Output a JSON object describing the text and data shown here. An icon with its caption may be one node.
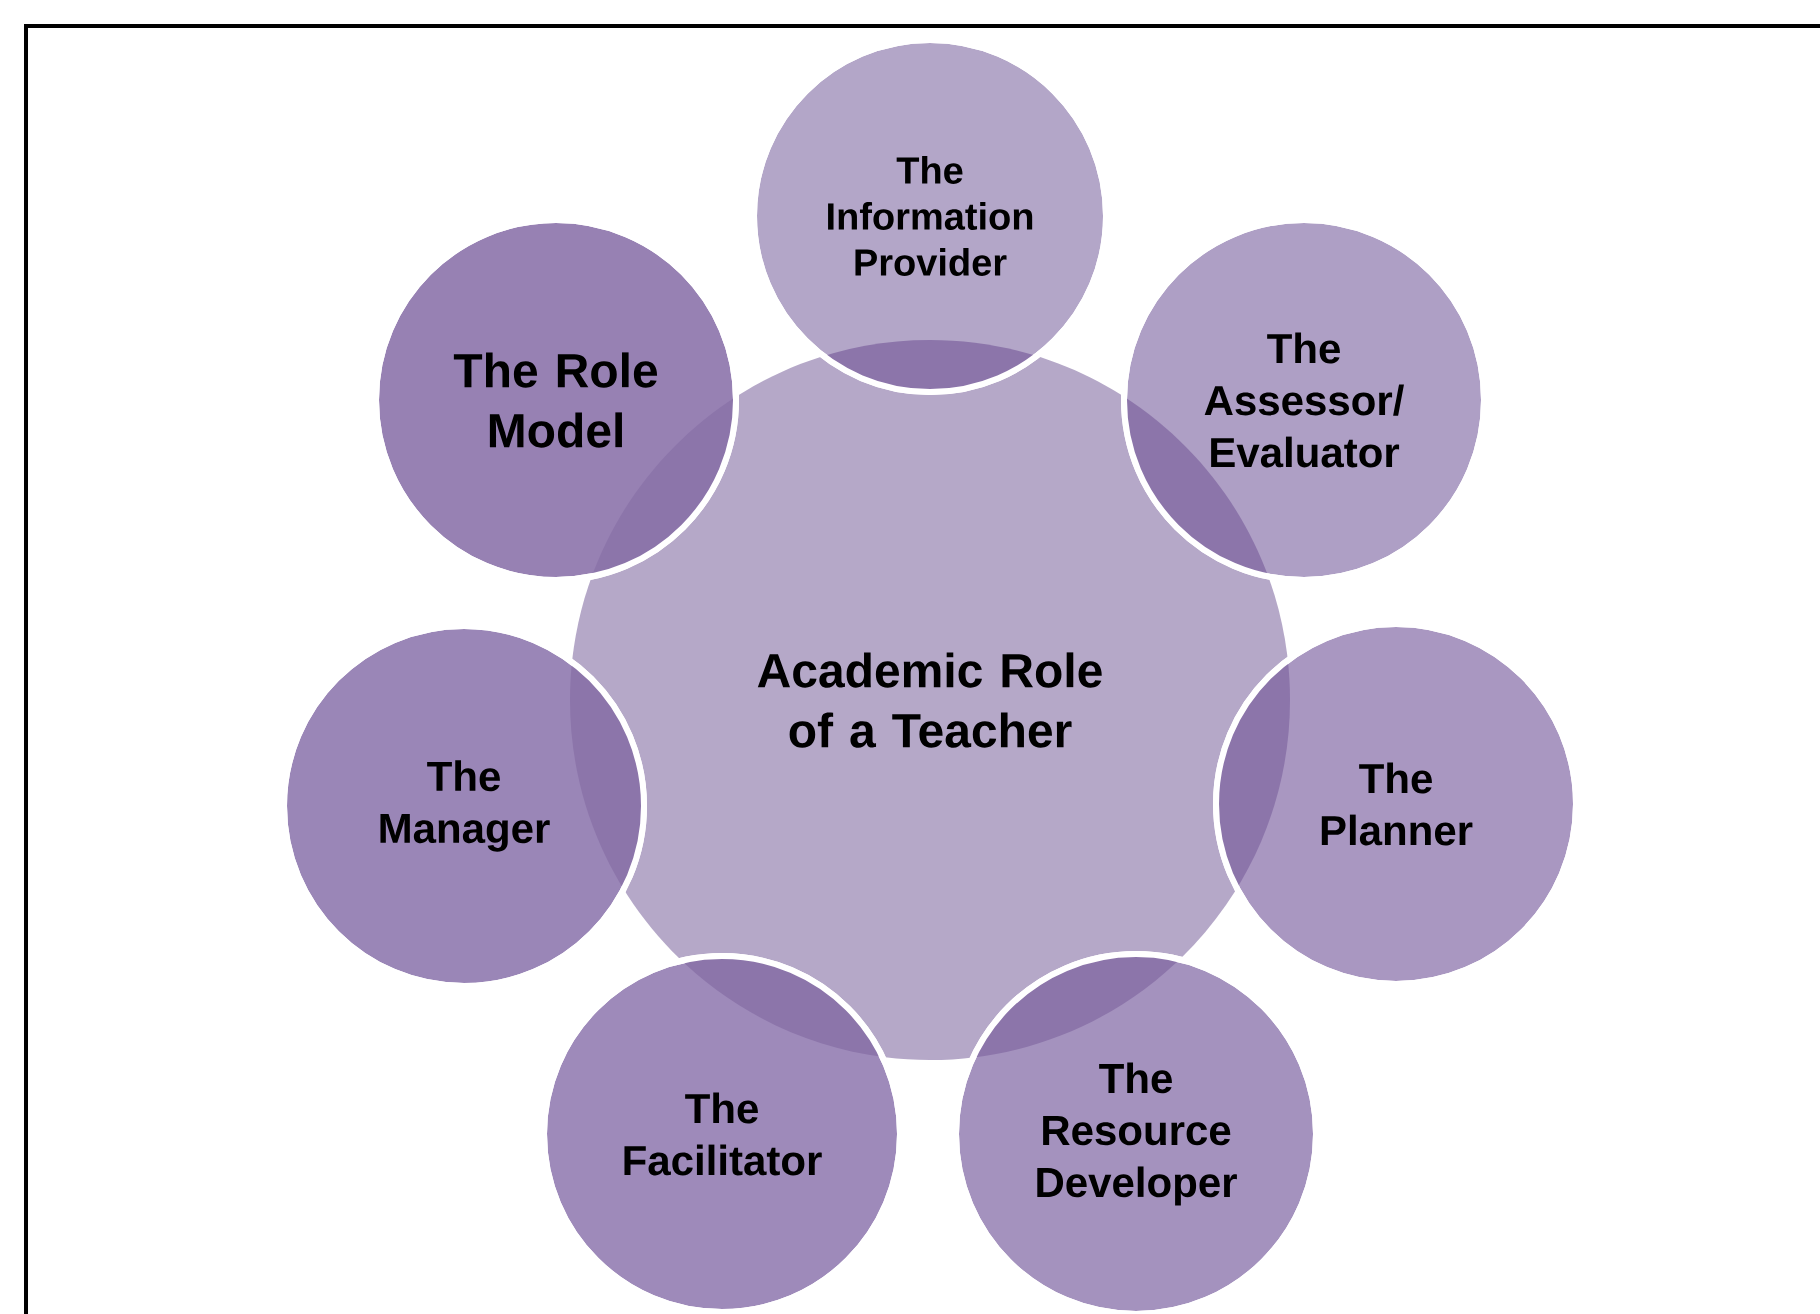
{
  "diagram": {
    "nodes": [
      {
        "text": [
          "Academic Role of a Teacher"
        ]
      },
      {
        "text": [
          "The Information Provider"
        ]
      },
      {
        "text": [
          "The Assessor/ Evaluator"
        ]
      },
      {
        "text": [
          "The Planner"
        ]
      },
      {
        "text": [
          "The Resource Developer"
        ]
      },
      {
        "text": [
          "The Facilitator"
        ]
      },
      {
        "text": [
          "The Manager"
        ]
      },
      {
        "text": [
          "The Role Model"
        ]
      }
    ]
  }
}
